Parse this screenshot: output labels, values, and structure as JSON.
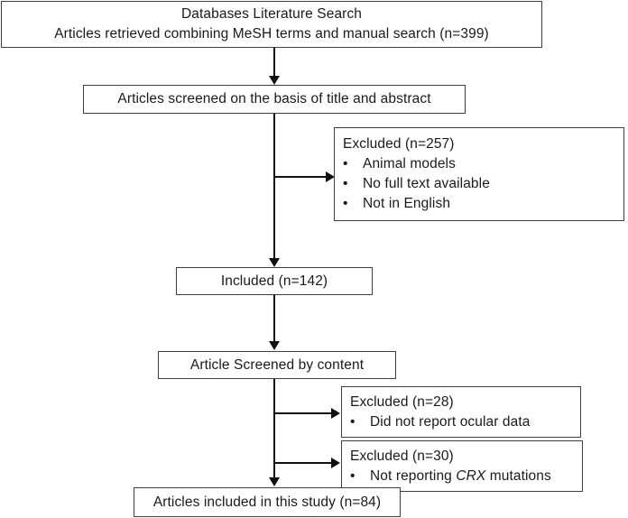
{
  "diagram": {
    "title": "PRISMA-style literature selection flowchart",
    "colors": {
      "box_border": "#3f3f3f",
      "connector": "#111111",
      "background": "#ffffff"
    },
    "nodes": {
      "databases_search": {
        "line1": "Databases Literature Search",
        "line2": "Articles retrieved combining MeSH terms and manual search (n=399)",
        "count": 399
      },
      "screened_title_abstract": {
        "label": "Articles screened on the basis of title and abstract"
      },
      "excluded_257": {
        "header": "Excluded (n=257)",
        "count": 257,
        "bullet_marker": "•",
        "items": [
          "Animal models",
          "No full text available",
          "Not in English"
        ]
      },
      "included_142": {
        "label": "Included (n=142)",
        "count": 142
      },
      "screened_content": {
        "label": "Article Screened by content"
      },
      "excluded_28": {
        "header": "Excluded (n=28)",
        "count": 28,
        "bullet_marker": "•",
        "items": [
          "Did not report ocular data"
        ]
      },
      "excluded_30": {
        "header": "Excluded (n=30)",
        "count": 30,
        "bullet_marker": "•",
        "item_prefix": "Not reporting ",
        "item_gene": "CRX",
        "item_suffix": " mutations"
      },
      "articles_included_84": {
        "label": "Articles included in this study (n=84)",
        "count": 84
      }
    }
  }
}
